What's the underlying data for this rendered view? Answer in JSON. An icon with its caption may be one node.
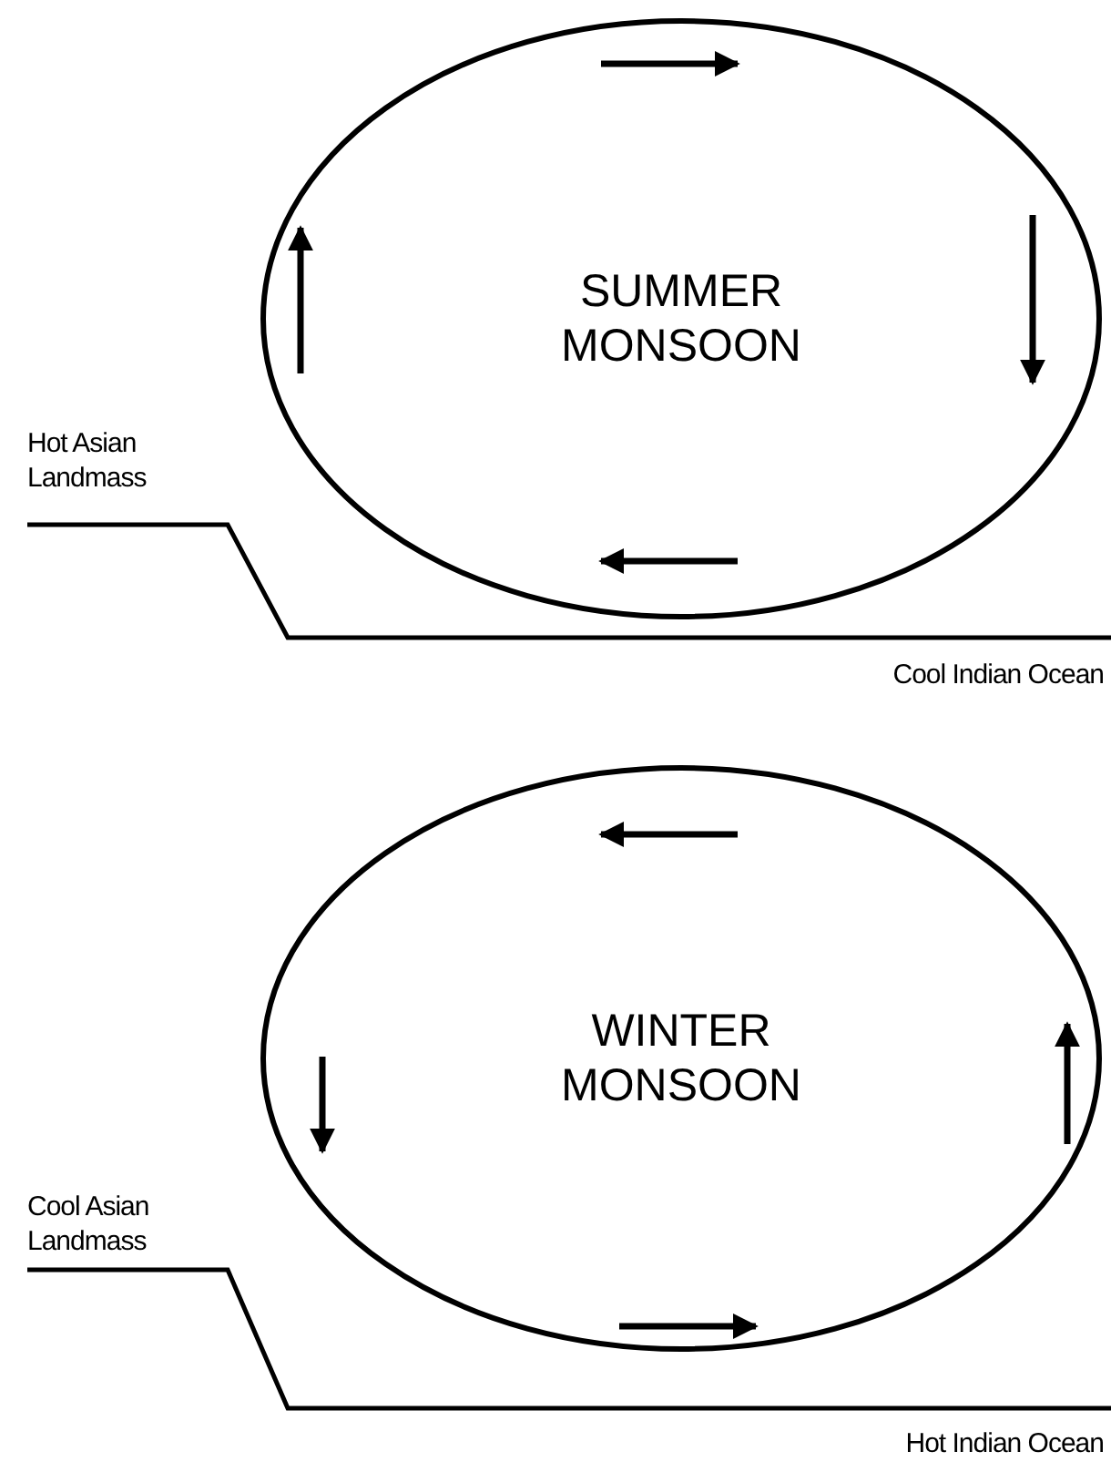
{
  "diagram": {
    "nodes": [
      {
        "text": [
          "SUMMER MONSOON"
        ]
      },
      {
        "text": [
          "WINTER MONSOON"
        ]
      }
    ],
    "labels": [
      "Hot Asian Landmass",
      "Cool Indian Ocean",
      "Cool Asian Landmass",
      "Hot Indian Ocean"
    ]
  }
}
